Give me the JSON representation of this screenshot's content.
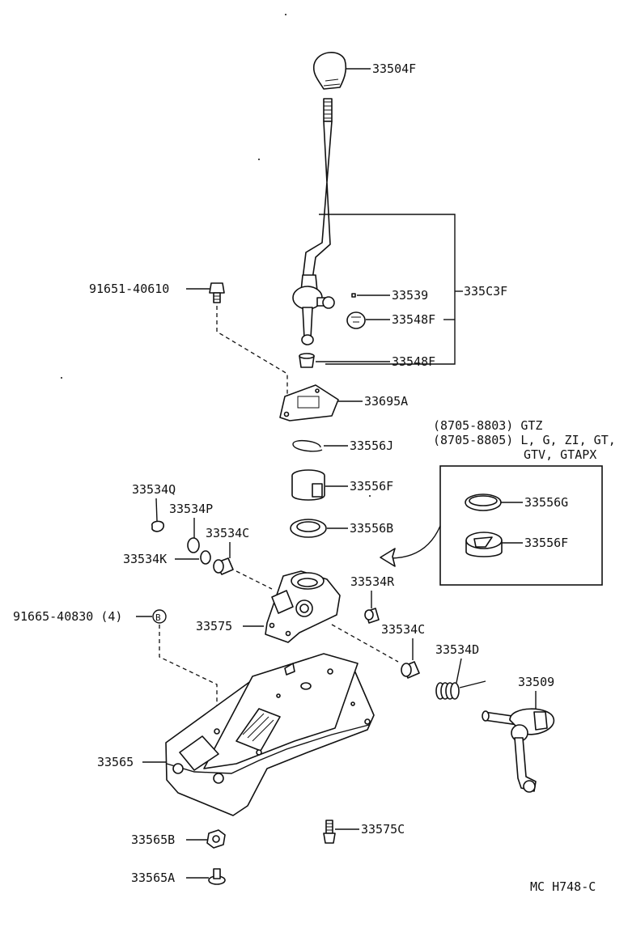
{
  "labels": {
    "p33504F": "33504F",
    "p33539": "33539",
    "p33503F": "335C3F",
    "p33548F_a": "33548F",
    "p33548F_b": "33548F",
    "p91651": "91651-40610",
    "p33695A": "33695A",
    "p33556J": "33556J",
    "p33556F": "33556F",
    "p33556B": "33556B",
    "p33534Q": "33534Q",
    "p33534P": "33534P",
    "p33534C_a": "33534C",
    "p33534K": "33534K",
    "p33534R": "33534R",
    "p91665": "91665-40830 (4)",
    "p33575": "33575",
    "p33534C_b": "33534C",
    "p33534D": "33534D",
    "p33509": "33509",
    "p33565": "33565",
    "p33565B": "33565B",
    "p33575C": "33575C",
    "p33565A": "33565A",
    "p33556G_inset": "33556G",
    "p33556F_inset": "33556F"
  },
  "variant_note": {
    "line1": "(8705-8803) GTZ",
    "line2": "(8705-8805) L, G, ZI, GT,",
    "line3": "GTV, GTAPX"
  },
  "bolt_marker": "B",
  "figure_code": "MC H748-C"
}
